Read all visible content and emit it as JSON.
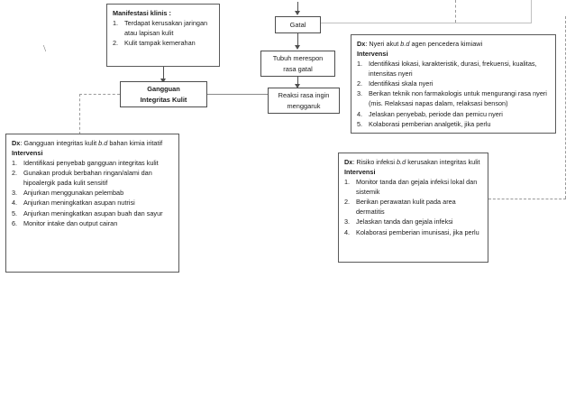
{
  "diagram": {
    "type": "clinical-pathway-flowchart",
    "language": "Indonesian",
    "stray_mark": "\\"
  },
  "manifestasi": {
    "title": "Manifestasi klinis :",
    "items": [
      {
        "num": "1.",
        "text": "Terdapat kerusakan jaringan atau lapisan kulit"
      },
      {
        "num": "2.",
        "text": "Kulit tampak kemerahan"
      }
    ]
  },
  "flow": {
    "gangguan": "Gangguan\nIntegritas Kulit",
    "gangguan_line1": "Gangguan",
    "gangguan_line2": "Integritas Kulit",
    "gatal": "Gatal",
    "merespon_line1": "Tubuh merespon",
    "merespon_line2": "rasa gatal",
    "menggaruk_line1": "Reaksi rasa ingin",
    "menggaruk_line2": "menggaruk"
  },
  "dx_integritas": {
    "dx_label": "Dx",
    "dx_sep": ":",
    "dx_text_1": "Gangguan integritas kulit",
    "dx_bd": "b.d",
    "dx_text_2": "bahan kimia iritatif",
    "intervensi_label": "Intervensi",
    "items": [
      {
        "num": "1.",
        "text": "Identifikasi penyebab gangguan integritas kulit"
      },
      {
        "num": "2.",
        "text": "Gunakan produk berbahan ringan/alami dan hipoalergik pada kulit sensitif"
      },
      {
        "num": "3.",
        "text": "Anjurkan menggunakan pelembab"
      },
      {
        "num": "4.",
        "text": "Anjurkan meningkatkan asupan nutrisi"
      },
      {
        "num": "5.",
        "text": "Anjurkan meningkatkan asupan buah dan sayur"
      },
      {
        "num": "6.",
        "text": "Monitor intake dan output cairan"
      }
    ]
  },
  "dx_nyeri": {
    "dx_label": "Dx",
    "dx_sep": ":",
    "dx_text_1": "Nyeri akut",
    "dx_bd": "b.d",
    "dx_text_2": "agen pencedera kimiawi",
    "intervensi_label": "Intervensi",
    "items": [
      {
        "num": "1.",
        "text": "Identifikasi lokasi, karakteristik, durasi, frekuensi, kualitas, intensitas nyeri"
      },
      {
        "num": "2.",
        "text": "Identifikasi skala nyeri"
      },
      {
        "num": "3.",
        "text": "Berikan teknik non farmakologis untuk mengurangi rasa nyeri (mis. Relaksasi napas dalam, relaksasi benson)"
      },
      {
        "num": "4.",
        "text": "Jelaskan penyebab, periode dan pemicu nyeri"
      },
      {
        "num": "5.",
        "text": "Kolaborasi pemberian analgetik, jika perlu"
      }
    ]
  },
  "dx_infeksi": {
    "dx_label": "Dx",
    "dx_sep": ":",
    "dx_text_1": "Risiko infeksi",
    "dx_bd": "b.d",
    "dx_text_2": "kerusakan integritas kulit",
    "intervensi_label": "Intervensi",
    "items": [
      {
        "num": "1.",
        "text": "Monitor tanda dan gejala infeksi lokal dan sistemik"
      },
      {
        "num": "2.",
        "text": "Berikan perawatan kulit pada area dermatitis"
      },
      {
        "num": "3.",
        "text": "Jelaskan tanda dan gejala infeksi"
      },
      {
        "num": "4.",
        "text": "Kolaborasi pemberian imunisasi, jika perlu"
      }
    ]
  }
}
